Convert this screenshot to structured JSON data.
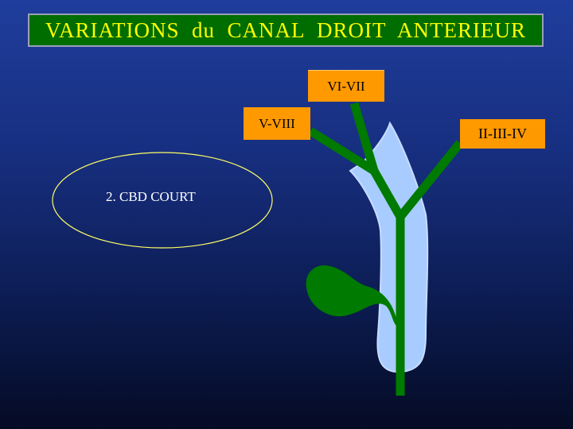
{
  "title": "VARIATIONS  du  CANAL  DROIT  ANTERIEUR",
  "labels": {
    "vi_vii": "VI-VII",
    "v_viii": "V-VIII",
    "ii_iii_iv": "II-III-IV",
    "cbd": "2. CBD COURT"
  },
  "colors": {
    "background_top": "#1f3d9c",
    "background_bottom": "#050b24",
    "title_bg": "#006d00",
    "title_text": "#ffff00",
    "label_bg": "#ff9900",
    "duct": "#007a00",
    "duct_outline": "#a8ccff",
    "ellipse_stroke": "#ffff66"
  }
}
